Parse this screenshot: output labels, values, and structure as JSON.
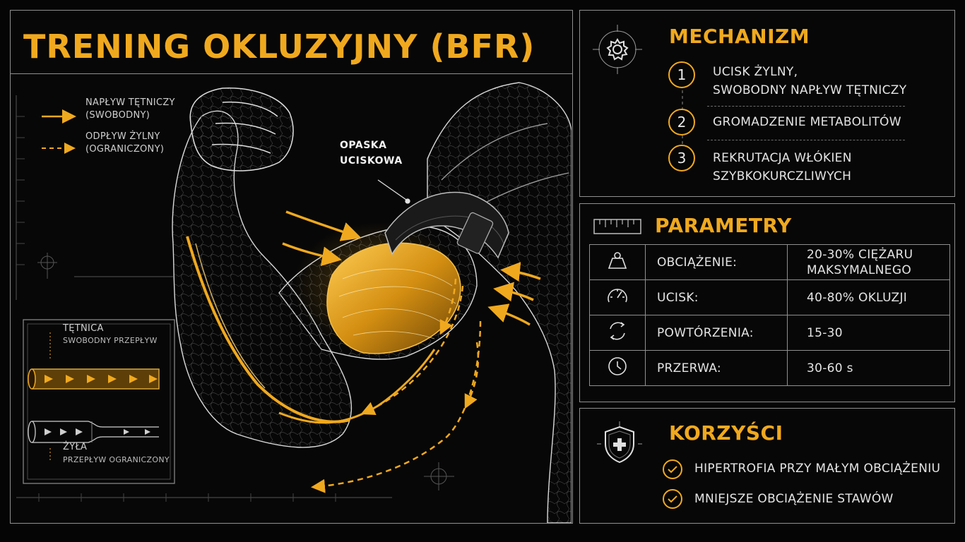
{
  "title": "TRENING OKLUZYJNY (BFR)",
  "legend": {
    "arterial_label": "NAPŁYW TĘTNICZY",
    "arterial_sub": "(SWOBODNY)",
    "venous_label": "ODPŁYW ŻYLNY",
    "venous_sub": "(OGRANICZONY)"
  },
  "inset": {
    "artery_title": "TĘTNICA",
    "artery_sub": "SWOBODNY PRZEPŁYW",
    "vein_title": "ŻYŁA",
    "vein_sub": "PRZEPŁYW OGRANICZONY"
  },
  "band_label_line1": "OPASKA",
  "band_label_line2": "UCISKOWA",
  "mechanism": {
    "title": "MECHANIZM",
    "items": [
      {
        "number": "1",
        "line1": "UCISK ŻYLNY,",
        "line2": "SWOBODNY NAPŁYW TĘTNICZY"
      },
      {
        "number": "2",
        "line1": "GROMADZENIE METABOLITÓW",
        "line2": ""
      },
      {
        "number": "3",
        "line1": "REKRUTACJA WŁÓKIEN",
        "line2": "SZYBKOKURCZLIWYCH"
      }
    ]
  },
  "parameters": {
    "title": "PARAMETRY",
    "rows": [
      {
        "icon": "weight-icon",
        "label": "OBCIĄŻENIE:",
        "value1": "20-30% CIĘŻARU",
        "value2": "MAKSYMALNEGO"
      },
      {
        "icon": "gauge-icon",
        "label": "UCISK:",
        "value1": "40-80% OKLUZJI",
        "value2": ""
      },
      {
        "icon": "repeat-icon",
        "label": "POWTÓRZENIA:",
        "value1": "15-30",
        "value2": ""
      },
      {
        "icon": "clock-icon",
        "label": "PRZERWA:",
        "value1": "30-60 s",
        "value2": ""
      }
    ]
  },
  "benefits": {
    "title": "KORZYŚCI",
    "items": [
      "HIPERTROFIA PRZY MAŁYM OBCIĄŻENIU",
      "MNIEJSZE OBCIĄŻENIE STAWÓW"
    ]
  },
  "colors": {
    "accent": "#f0a91e",
    "background": "#050505",
    "border": "#8f8f8f",
    "text": "#e4e4e4"
  }
}
